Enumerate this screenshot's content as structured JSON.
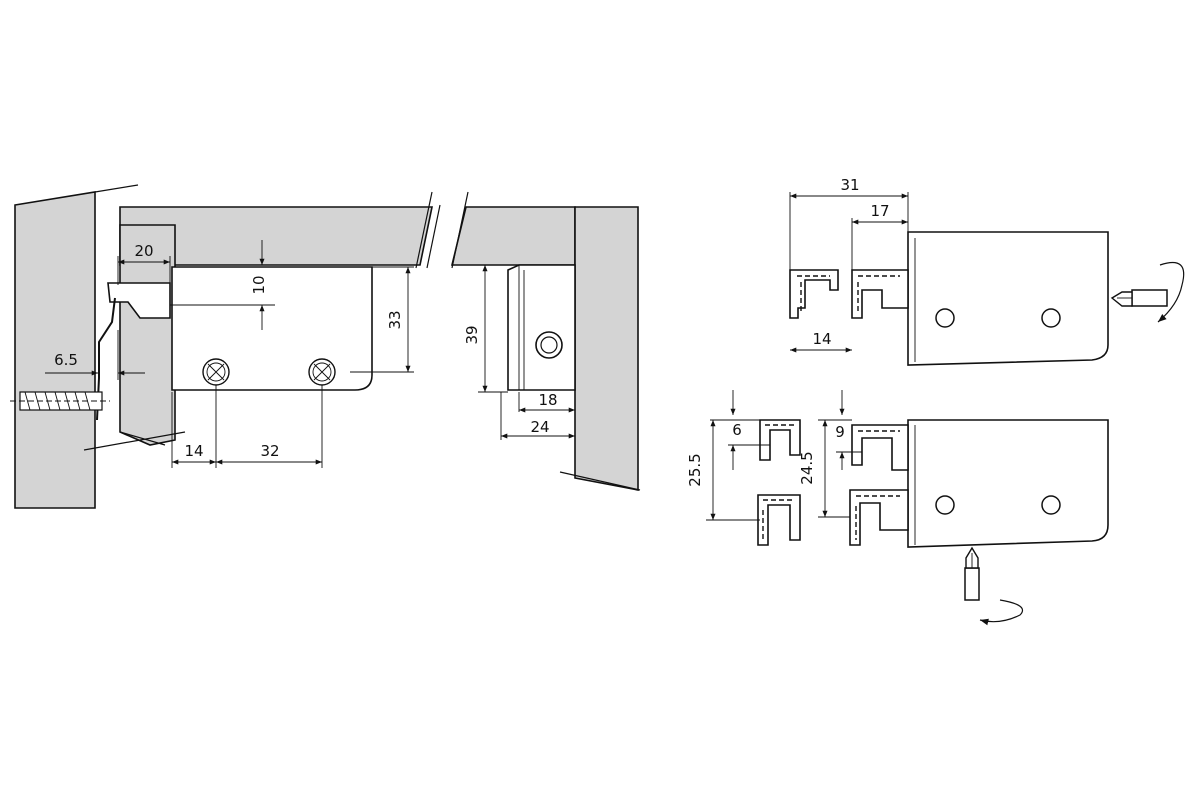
{
  "dimensions": {
    "side_view": {
      "d20": "20",
      "d10": "10",
      "d33": "33",
      "d6_5": "6.5",
      "d14": "14",
      "d32": "32"
    },
    "front_view": {
      "d39": "39",
      "d18": "18",
      "d24": "24"
    },
    "top_detail": {
      "d31": "31",
      "d17": "17",
      "d14": "14"
    },
    "bottom_detail": {
      "d6": "6",
      "d9": "9",
      "d25_5": "25.5",
      "d24_5": "24.5"
    }
  }
}
